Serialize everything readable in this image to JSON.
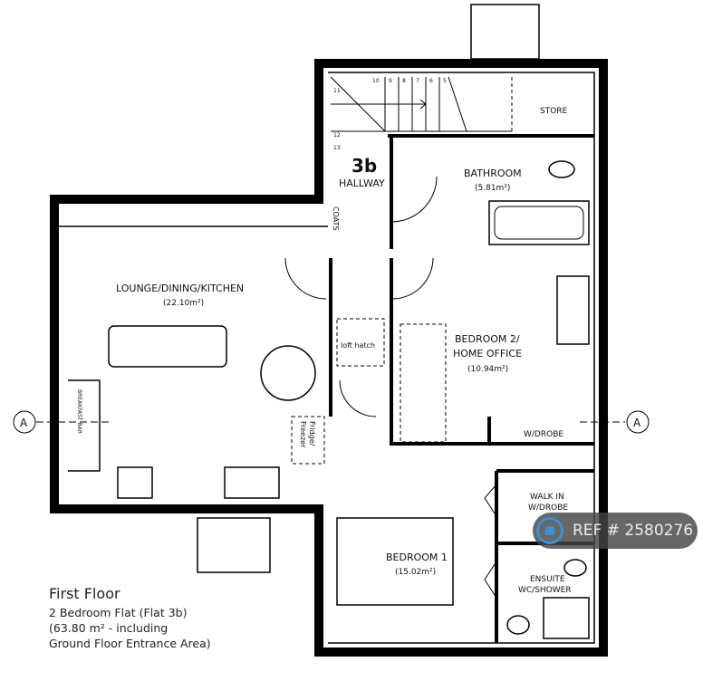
{
  "flat_number": "3b",
  "rooms": {
    "hallway": "HALLWAY",
    "bathroom": {
      "name": "BATHROOM",
      "area": "(5.81m²)"
    },
    "store": "STORE",
    "lounge": {
      "name": "LOUNGE/DINING/KITCHEN",
      "area": "(22.10m²)"
    },
    "bedroom2": {
      "name": "BEDROOM 2/",
      "name2": "HOME OFFICE",
      "area": "(10.94m²)"
    },
    "bedroom1": {
      "name": "BEDROOM 1",
      "area": "(15.02m²)"
    },
    "walkin": {
      "name": "WALK IN",
      "name2": "W/DROBE"
    },
    "ensuite": {
      "name": "ENSUITE",
      "name2": "WC/SHOWER"
    },
    "wardrobe": "W/DROBE",
    "coats": "COATS",
    "loft_hatch": "loft hatch",
    "fridge": "Fridge/",
    "freezer": "Freezer",
    "breakfast_bar": "BREAKFAST BAR"
  },
  "stair_numbers": [
    "5",
    "6",
    "7",
    "8",
    "9",
    "10",
    "11",
    "12",
    "13"
  ],
  "section_marker": "A",
  "caption": {
    "title": "First Floor",
    "line1": "2 Bedroom Flat (Flat 3b)",
    "line2": "(63.80 m² - including",
    "line3": "Ground Floor Entrance Area)"
  },
  "watermark": "REF # 2580276"
}
